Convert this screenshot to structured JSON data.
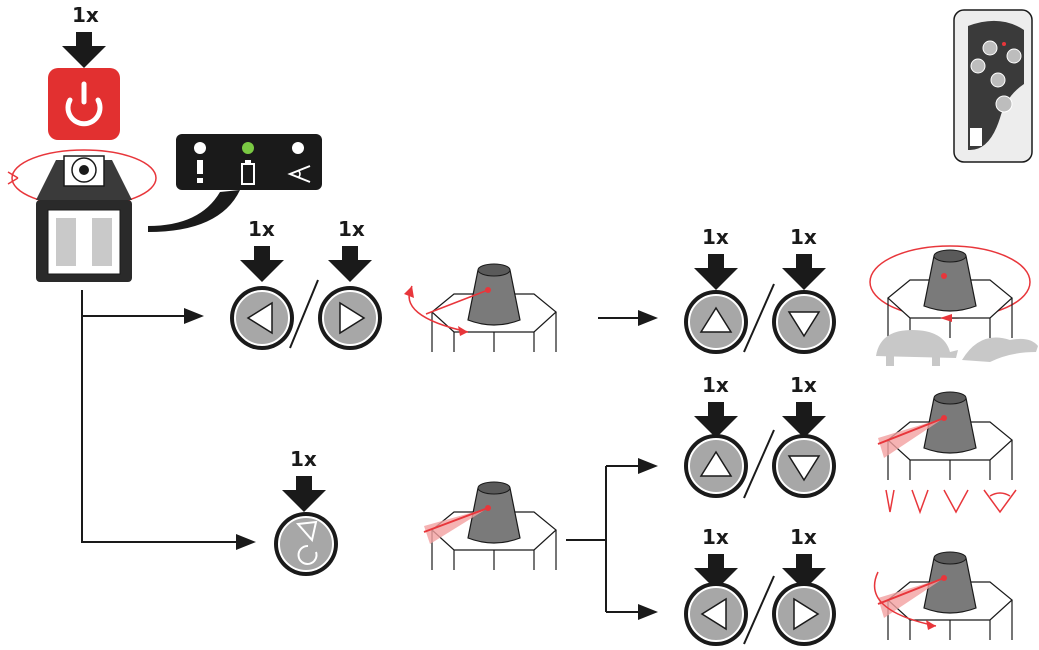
{
  "labels": {
    "power": "1x",
    "left_btn": "1x",
    "right_btn": "1x",
    "up_btn_top": "1x",
    "down_btn_top": "1x",
    "mode_btn": "1x",
    "up_btn_mid": "1x",
    "down_btn_mid": "1x",
    "left_btn_bottom": "1x",
    "right_btn_bottom": "1x"
  },
  "colors": {
    "red": "#e23030",
    "laser": "#e8363b",
    "dark": "#1a1a1a",
    "button_grey": "#a7a7a7",
    "led_green": "#7ac943",
    "turtle_grey": "#c8c8c8"
  },
  "icons": {
    "power": "power-icon",
    "battery": "battery-icon",
    "warning": "exclamation-icon",
    "tilt": "tilt-angle-icon"
  }
}
